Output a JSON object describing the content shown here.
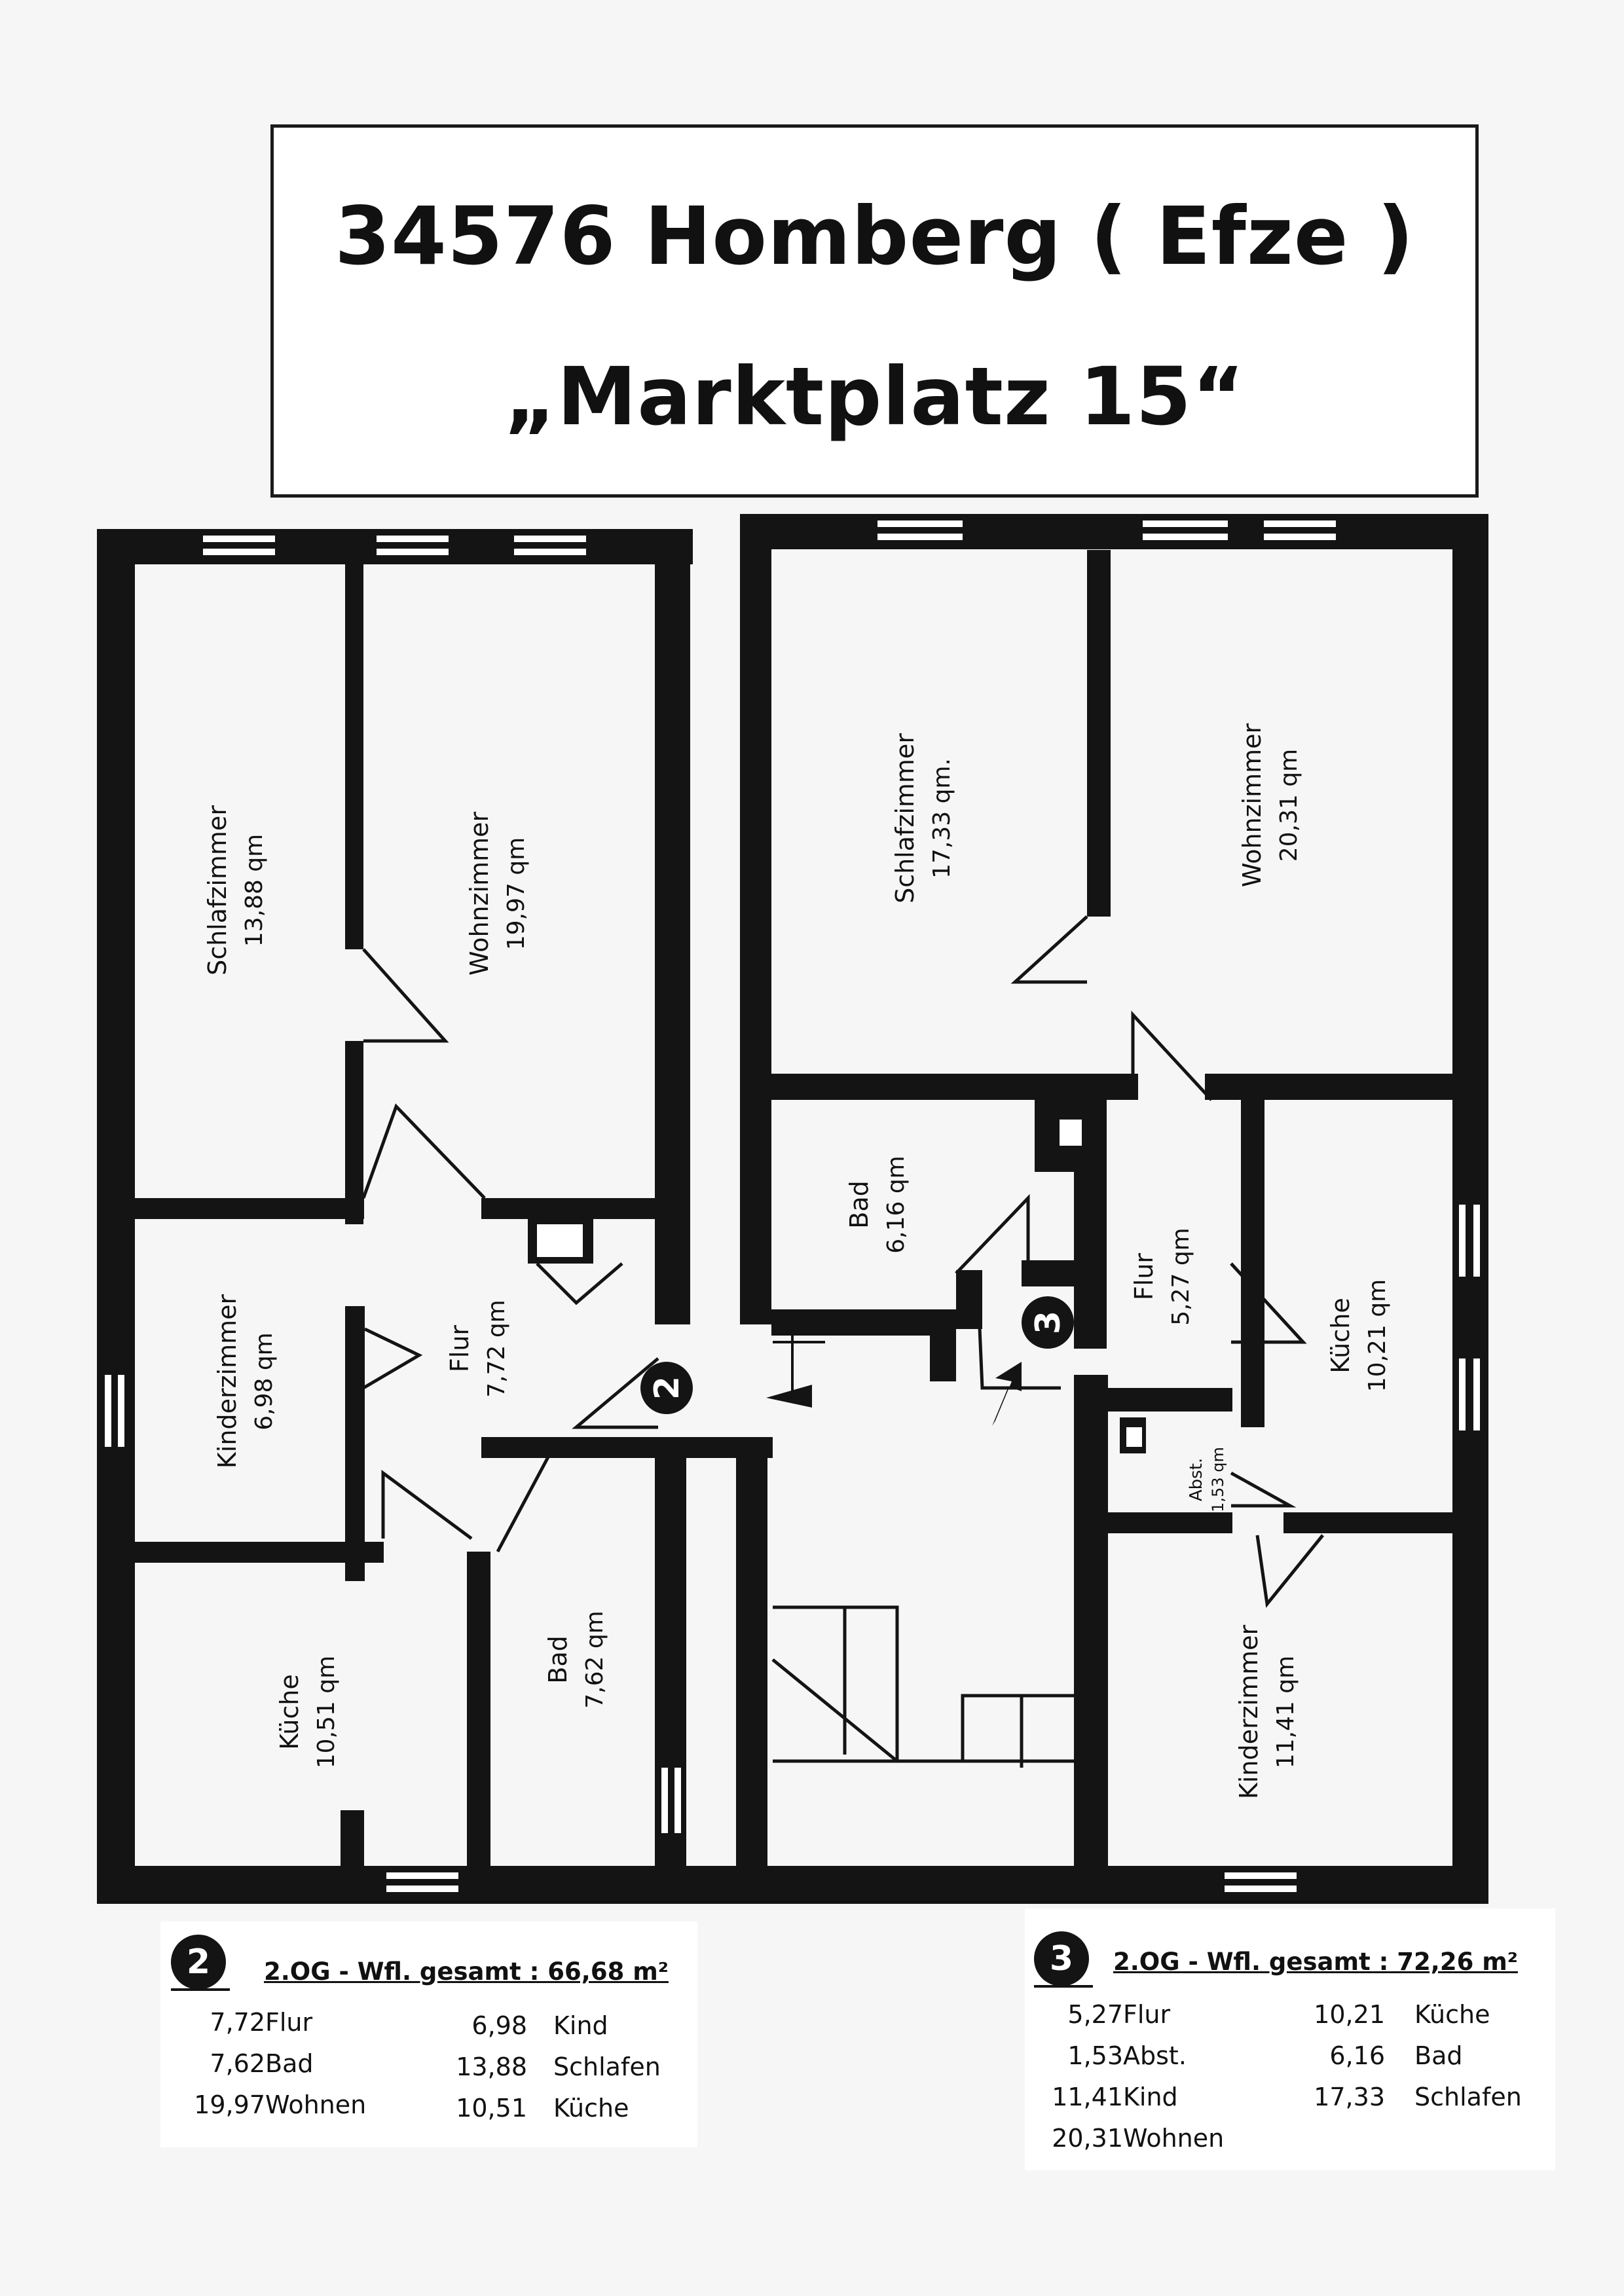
{
  "title": {
    "line1": "34576  Homberg ( Efze )",
    "line2": "„Marktplatz 15“"
  },
  "colors": {
    "wall": "#141414",
    "paper": "#f6f6f6",
    "room": "#ffffff"
  },
  "plan": {
    "apartment2": {
      "badge": "2",
      "rooms": {
        "schlafzimmer": {
          "label": "Schlafzimmer",
          "area": "13,88 qm"
        },
        "wohnzimmer": {
          "label": "Wohnzimmer",
          "area": "19,97 qm"
        },
        "kinderzimmer": {
          "label": "Kinderzimmer",
          "area": "6,98 qm"
        },
        "flur": {
          "label": "Flur",
          "area": "7,72 qm"
        },
        "kueche": {
          "label": "Küche",
          "area": "10,51 qm"
        },
        "bad": {
          "label": "Bad",
          "area": "7,62 qm"
        }
      }
    },
    "apartment3": {
      "badge": "3",
      "rooms": {
        "schlafzimmer": {
          "label": "Schlafzimmer",
          "area": "17,33 qm."
        },
        "wohnzimmer": {
          "label": "Wohnzimmer",
          "area": "20,31 qm"
        },
        "bad": {
          "label": "Bad",
          "area": "6,16 qm"
        },
        "flur": {
          "label": "Flur",
          "area": "5,27 qm"
        },
        "kueche": {
          "label": "Küche",
          "area": "10,21 qm"
        },
        "abst": {
          "label": "Abst.",
          "area": "1,53 qm"
        },
        "kinderzimmer": {
          "label": "Kinderzimmer",
          "area": "11,41 qm"
        }
      }
    }
  },
  "legend2": {
    "badge": "2",
    "heading": "2.OG - Wfl. gesamt :   66,68 m²",
    "rows": [
      {
        "value": "7,72",
        "name": "Flur"
      },
      {
        "value": "7,62",
        "name": "Bad"
      },
      {
        "value": "19,97",
        "name": "Wohnen"
      },
      {
        "value": "6,98",
        "name": "Kind"
      },
      {
        "value": "13,88",
        "name": "Schlafen"
      },
      {
        "value": "10,51",
        "name": "Küche"
      }
    ]
  },
  "legend3": {
    "badge": "3",
    "heading": "2.OG - Wfl. gesamt :  72,26 m²",
    "rows": [
      {
        "value": "5,27",
        "name": "Flur"
      },
      {
        "value": "1,53",
        "name": "Abst."
      },
      {
        "value": "11,41",
        "name": "Kind"
      },
      {
        "value": "20,31",
        "name": "Wohnen"
      },
      {
        "value": "10,21",
        "name": "Küche"
      },
      {
        "value": "6,16",
        "name": "Bad"
      },
      {
        "value": "17,33",
        "name": "Schlafen"
      }
    ]
  }
}
